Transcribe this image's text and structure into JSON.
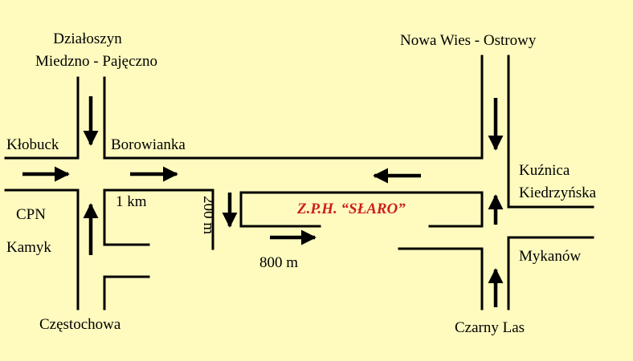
{
  "labels": {
    "north_west_1": "Działoszyn",
    "north_west_2": "Miedzno - Pajęczno",
    "north_east": "Nowa Wies - Ostrowy",
    "west": "Kłobuck",
    "borowianka": "Borowianka",
    "cpn": "CPN",
    "kamyk": "Kamyk",
    "distance_1km": "1 km",
    "distance_200m": "200 m",
    "distance_800m": "800 m",
    "company": "Z.P.H. “SŁARO”",
    "kuznica_1": "Kuźnica",
    "kuznica_2": "Kiedrzyńska",
    "mykanow": "Mykanów",
    "south_west": "Częstochowa",
    "south_east": "Czarny Las"
  },
  "colors": {
    "background": "#fffbbf",
    "lines": "#000000",
    "company": "#cc1f1f"
  }
}
